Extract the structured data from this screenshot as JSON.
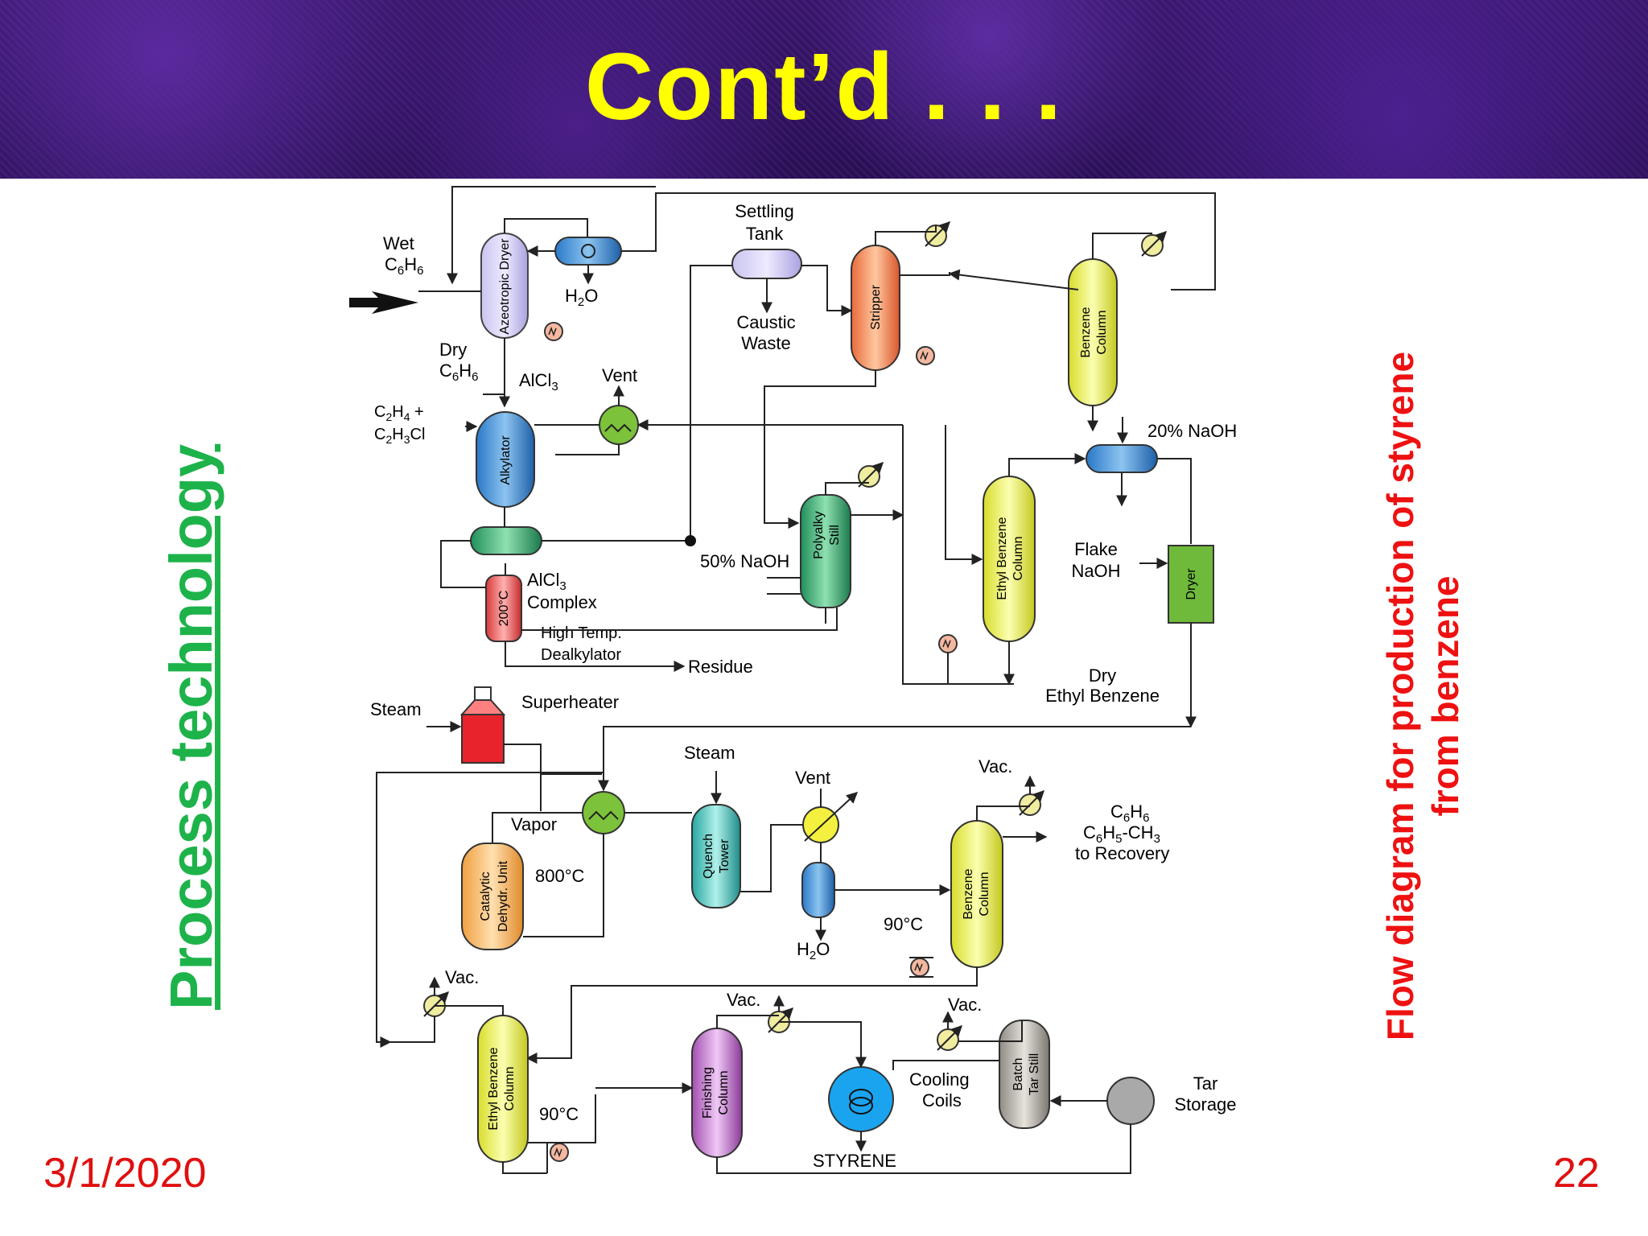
{
  "title": "Cont’d . . .",
  "side_label": "Process technology",
  "caption_line1": "Flow diagram for production of styrene",
  "caption_line2": "from benzene",
  "date": "3/1/2020",
  "page_number": "22",
  "units": {
    "azeotropic_dryer": "Azeotropic Dryer",
    "alkylator": "Alkylator",
    "settling_tank": "Settling Tank",
    "stripper": "Stripper",
    "benzene_column_top": "Benzene Column",
    "polyalky_still": "Polyalky Still",
    "ethyl_benzene_column_top": "Ethyl Benzene Column",
    "dryer": "Dryer",
    "superheater": "Superheater",
    "catalytic_dehydr_unit": "Catalytic Dehydr. Unit",
    "quench_tower": "Quench Tower",
    "benzene_column_mid": "Benzene Column",
    "ethyl_benzene_column_bottom": "Ethyl Benzene Column",
    "finishing_column": "Finishing Column",
    "batch_tar_still": "Batch Tar Still",
    "cooling_coils": "Cooling Coils",
    "tar_storage": "Tar Storage",
    "high_temp_dealkylator": "High Temp. Dealkylator"
  },
  "streams": {
    "wet": "Wet",
    "dry": "Dry",
    "alcl3": "AlCl",
    "vent": "Vent",
    "h2o": "H",
    "caustic_waste": "Caustic Waste",
    "naoh_50": "50% NaOH",
    "alcl3_complex": "Complex",
    "temp_200": "200°C",
    "residue": "Residue",
    "naoh_20": "20% NaOH",
    "flake_naoh": "Flake NaOH",
    "dry_ethyl_benzene": "Dry Ethyl Benzene",
    "steam": "Steam",
    "vapor": "Vapor",
    "temp_800": "800°C",
    "temp_90": "90°C",
    "vac": "Vac.",
    "to_recovery": "to Recovery",
    "styrene": "STYRENE"
  }
}
